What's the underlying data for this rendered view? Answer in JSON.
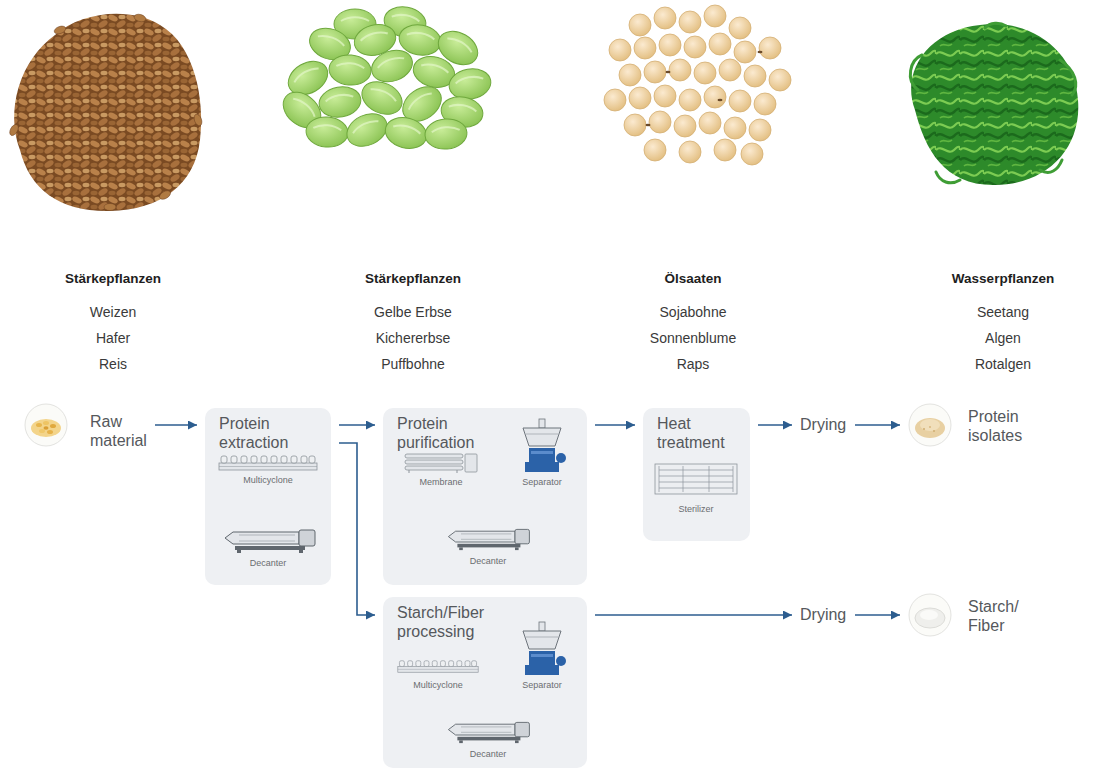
{
  "diagram": {
    "nodes": [
      {
        "text": [
          "Raw material"
        ]
      },
      {
        "text": [
          "Protein extraction",
          "Multicyclone",
          "Decanter"
        ]
      },
      {
        "text": [
          "Protein purification",
          "Membrane",
          "Separator",
          "Decanter"
        ]
      },
      {
        "text": [
          "Heat treatment",
          "Sterilizer"
        ]
      },
      {
        "text": [
          "Drying"
        ]
      },
      {
        "text": [
          "Protein isolates"
        ]
      },
      {
        "text": [
          "Starch/Fiber processing",
          "Multicyclone",
          "Separator",
          "Decanter"
        ]
      },
      {
        "text": [
          "Drying"
        ]
      },
      {
        "text": [
          "Starch/ Fiber"
        ]
      }
    ],
    "edges": [
      {
        "from": 0,
        "to": 1,
        "arrow": "to"
      },
      {
        "from": 1,
        "to": 2,
        "arrow": "to"
      },
      {
        "from": 1,
        "to": 6,
        "arrow": "to"
      },
      {
        "from": 2,
        "to": 3,
        "arrow": "to"
      },
      {
        "from": 3,
        "to": 4,
        "arrow": "to"
      },
      {
        "from": 4,
        "to": 5,
        "arrow": "to"
      },
      {
        "from": 6,
        "to": 7,
        "arrow": "to"
      },
      {
        "from": 7,
        "to": 8,
        "arrow": "to"
      }
    ],
    "labels": [
      "Stärkepflanzen",
      "Weizen",
      "Hafer",
      "Reis",
      "Stärkepflanzen",
      "Gelbe Erbse",
      "Kichererbse",
      "Puffbohne",
      "Ölsaaten",
      "Sojabohne",
      "Sonnenblume",
      "Raps",
      "Wasserpflanzen",
      "Seetang",
      "Algen",
      "Rotalgen"
    ]
  }
}
